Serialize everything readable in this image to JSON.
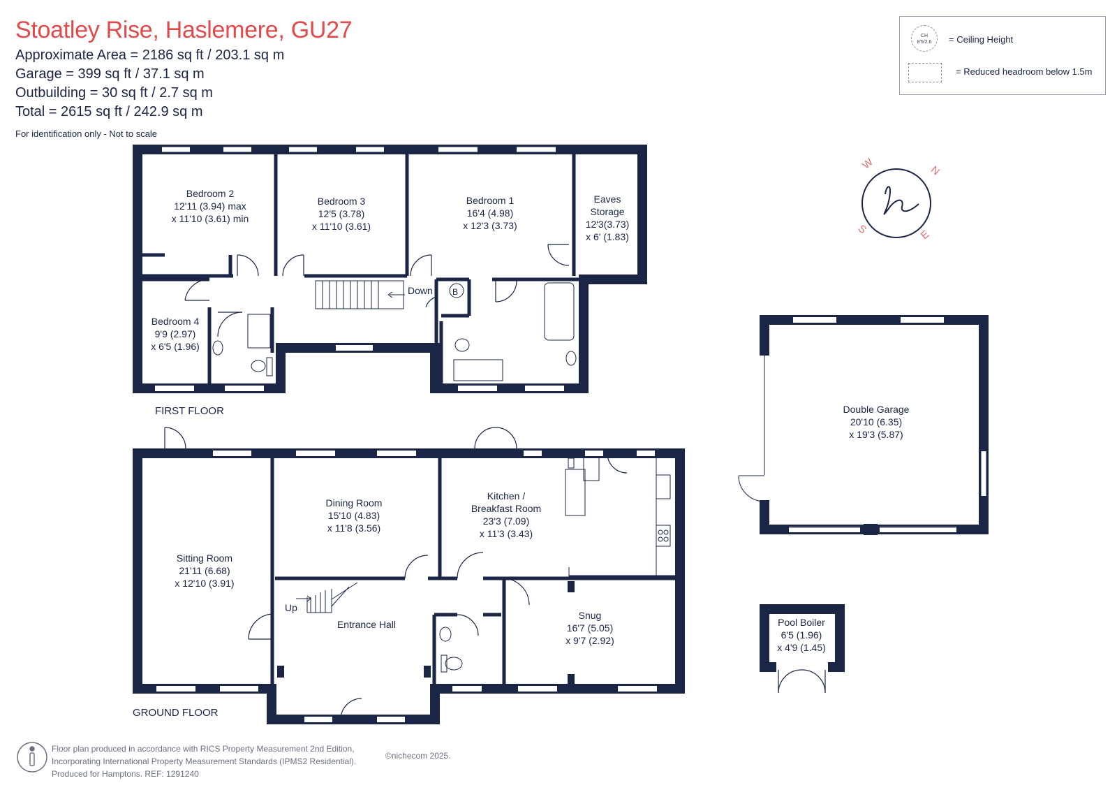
{
  "header": {
    "title": "Stoatley Rise, Haslemere, GU27",
    "approx_area": "Approximate Area = 2186 sq ft / 203.1 sq m",
    "garage": "Garage = 399 sq ft / 37.1 sq m",
    "outbuilding": "Outbuilding = 30 sq ft / 2.7 sq m",
    "total": "Total = 2615 sq ft / 242.9 sq m",
    "disclaimer": "For identification only - Not to scale"
  },
  "legend": {
    "ch_symbol": "CH\n8'5/2.6",
    "ceiling_height": "= Ceiling Height",
    "reduced_headroom": "= Reduced headroom below 1.5m"
  },
  "compass": {
    "w": "W",
    "n": "N",
    "s": "S",
    "e": "E",
    "logo": "h"
  },
  "floors": {
    "first": "FIRST FLOOR",
    "ground": "GROUND FLOOR"
  },
  "rooms": {
    "bedroom2": {
      "name": "Bedroom 2",
      "dim1": "12'11 (3.94) max",
      "dim2": "x 11'10 (3.61) min"
    },
    "bedroom3": {
      "name": "Bedroom 3",
      "dim1": "12'5 (3.78)",
      "dim2": "x 11'10 (3.61)"
    },
    "bedroom1": {
      "name": "Bedroom 1",
      "dim1": "16'4 (4.98)",
      "dim2": "x 12'3 (3.73)"
    },
    "eaves": {
      "name1": "Eaves",
      "name2": "Storage",
      "dim1": "12'3(3.73)",
      "dim2": "x 6' (1.83)"
    },
    "bedroom4": {
      "name": "Bedroom 4",
      "dim1": "9'9 (2.97)",
      "dim2": "x 6'5 (1.96)"
    },
    "down": "Down",
    "boiler": "B",
    "sitting": {
      "name": "Sitting Room",
      "dim1": "21'11 (6.68)",
      "dim2": "x 12'10 (3.91)"
    },
    "dining": {
      "name": "Dining Room",
      "dim1": "15'10 (4.83)",
      "dim2": "x 11'8 (3.56)"
    },
    "kitchen": {
      "name1": "Kitchen /",
      "name2": "Breakfast Room",
      "dim1": "23'3 (7.09)",
      "dim2": "x 11'3 (3.43)"
    },
    "hall": {
      "name": "Entrance Hall"
    },
    "up": "Up",
    "snug": {
      "name": "Snug",
      "dim1": "16'7 (5.05)",
      "dim2": "x 9'7 (2.92)"
    },
    "garage": {
      "name": "Double Garage",
      "dim1": "20'10 (6.35)",
      "dim2": "x 19'3 (5.87)"
    },
    "pool": {
      "name": "Pool Boiler",
      "dim1": "6'5 (1.96)",
      "dim2": "x 4'9 (1.45)"
    }
  },
  "footer": {
    "line1": "Floor plan produced in accordance with RICS Property Measurement 2nd Edition,",
    "line2": "Incorporating International Property Measurement Standards (IPMS2 Residential).",
    "line3": "Produced for Hamptons.   REF:  1291240",
    "copyright": "©nichecom 2025."
  },
  "colors": {
    "wall": "#1b2545",
    "title": "#e04a4a",
    "accent": "#e07070"
  }
}
